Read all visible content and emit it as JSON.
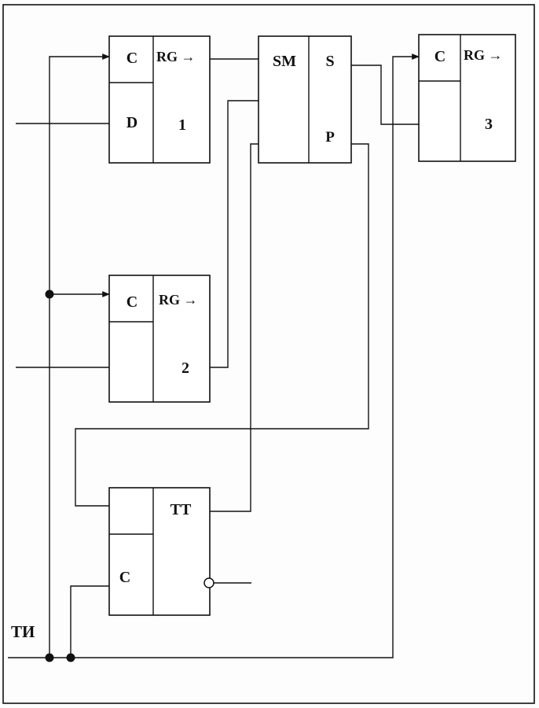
{
  "diagram": {
    "signal_label": "ТИ",
    "blocks": {
      "rg1": {
        "clock": "C",
        "type": "RG →",
        "data": "D",
        "number": "1"
      },
      "rg2": {
        "clock": "C",
        "type": "RG →",
        "number": "2"
      },
      "rg3": {
        "clock": "C",
        "type": "RG →",
        "number": "3"
      },
      "adder": {
        "type": "SM",
        "sum": "S",
        "carry": "P"
      },
      "trigger": {
        "type": "TT",
        "clock": "C"
      }
    }
  }
}
